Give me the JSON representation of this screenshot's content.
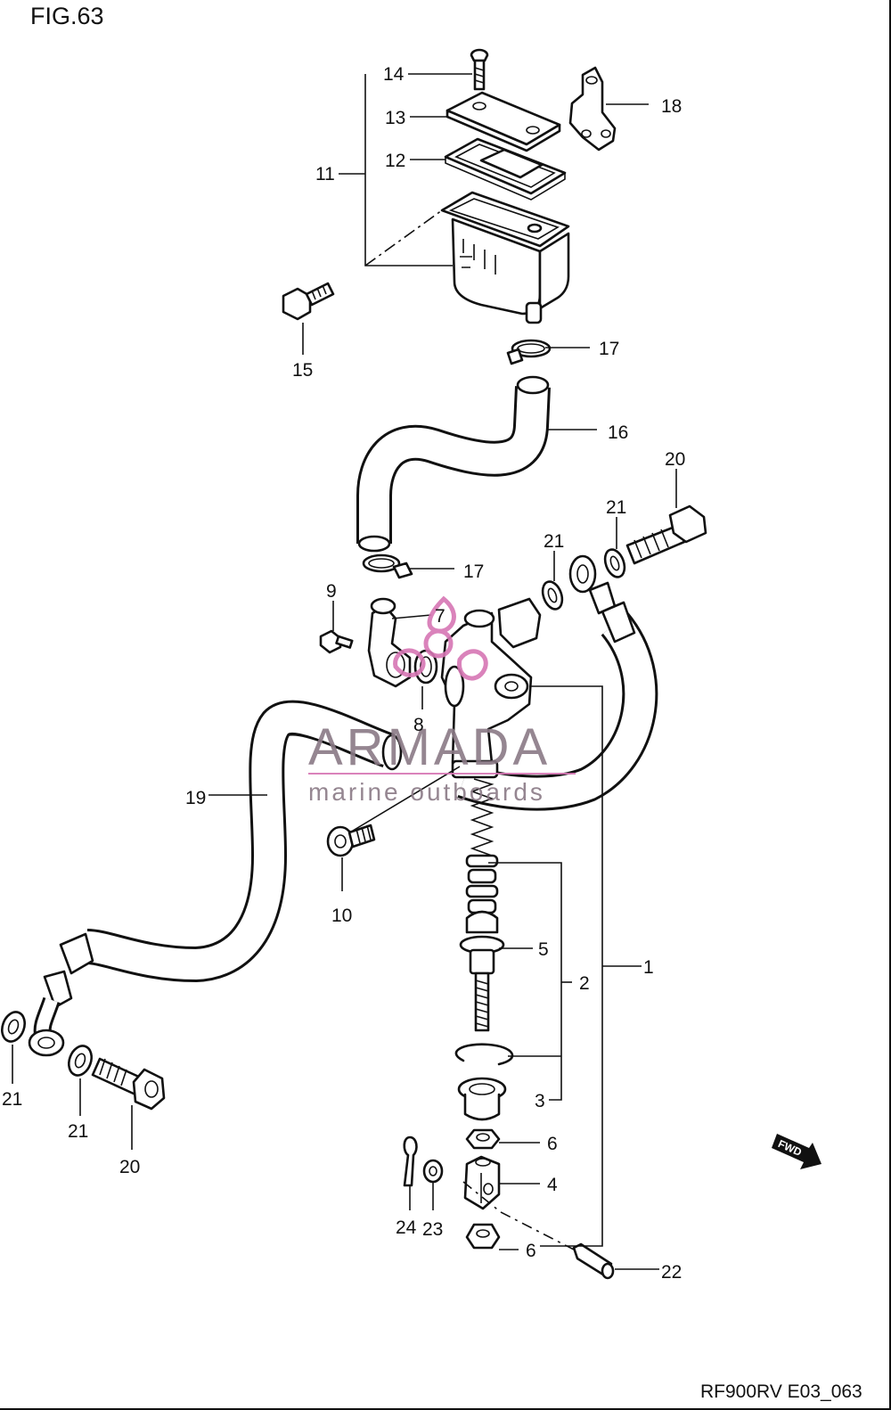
{
  "figure_title": "FIG.63",
  "footer_code": "RF900RV E03_063",
  "watermark": {
    "name": "ARMADA",
    "tagline": "marine outboards",
    "accent_color": "#d776b4"
  },
  "direction_badge": "FWD",
  "callouts": {
    "c1": "1",
    "c2": "2",
    "c3": "3",
    "c4": "4",
    "c5": "5",
    "c6a": "6",
    "c6b": "6",
    "c7": "7",
    "c8": "8",
    "c9": "9",
    "c10": "10",
    "c11": "11",
    "c12": "12",
    "c13": "13",
    "c14": "14",
    "c15": "15",
    "c16": "16",
    "c17a": "17",
    "c17b": "17",
    "c18": "18",
    "c19": "19",
    "c20a": "20",
    "c20b": "20",
    "c21a": "21",
    "c21b": "21",
    "c21c": "21",
    "c21d": "21",
    "c22": "22",
    "c23": "23",
    "c24": "24"
  }
}
